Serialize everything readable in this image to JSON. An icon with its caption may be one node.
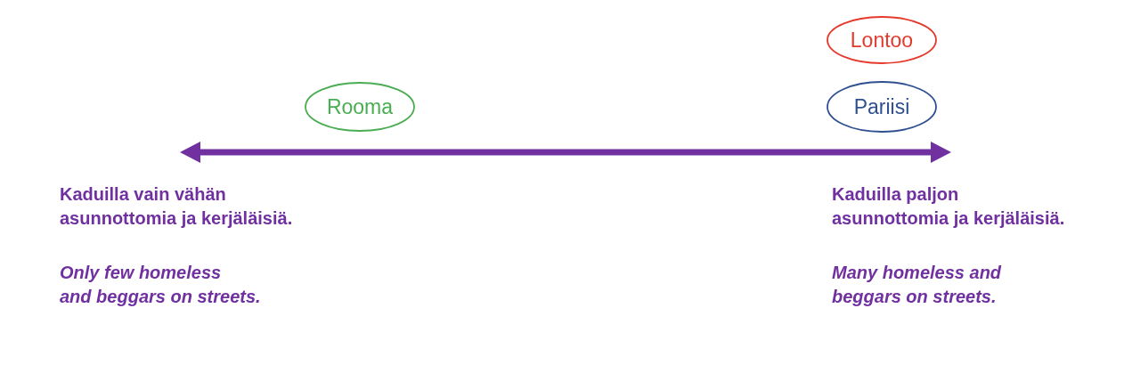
{
  "diagram": {
    "nodes": [
      {
        "text": [
          "Lontoo"
        ]
      },
      {
        "text": [
          "Rooma"
        ]
      },
      {
        "text": [
          "Pariisi"
        ]
      }
    ],
    "labels": [
      "Kaduilla vain vähän asunnottomia ja kerjäläisiä.",
      "Kaduilla paljon asunnottomia ja kerjäläisiä.",
      "Only few homeless and beggars on streets.",
      "Many homeless and beggars on streets."
    ]
  }
}
